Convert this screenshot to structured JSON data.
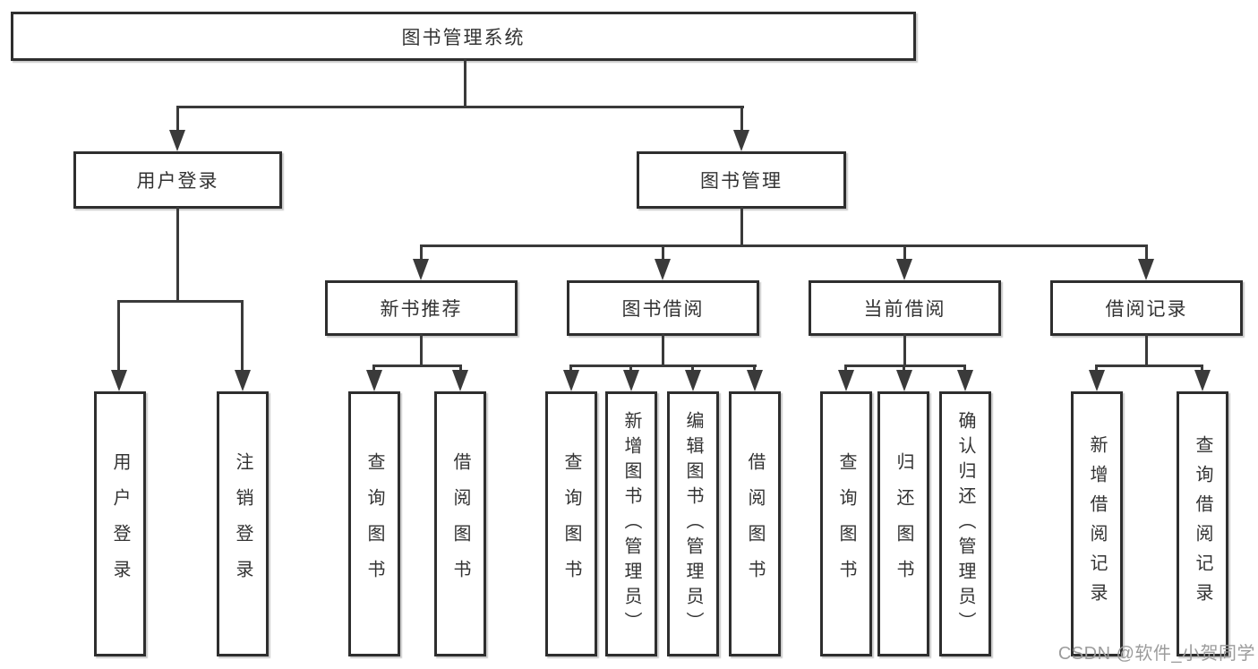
{
  "tree": {
    "label": "图书管理系统",
    "children": [
      {
        "label": "用户登录",
        "children": [
          {
            "label": "用户登录"
          },
          {
            "label": "注销登录"
          }
        ]
      },
      {
        "label": "图书管理",
        "children": [
          {
            "label": "新书推荐",
            "children": [
              {
                "label": "查询图书"
              },
              {
                "label": "借阅图书"
              }
            ]
          },
          {
            "label": "图书借阅",
            "children": [
              {
                "label": "查询图书"
              },
              {
                "label": "新增图书（管理员）"
              },
              {
                "label": "编辑图书（管理员）"
              },
              {
                "label": "借阅图书"
              }
            ]
          },
          {
            "label": "当前借阅",
            "children": [
              {
                "label": "查询图书"
              },
              {
                "label": "归还图书"
              },
              {
                "label": "确认归还（管理员）"
              }
            ]
          },
          {
            "label": "借阅记录",
            "children": [
              {
                "label": "新增借阅记录"
              },
              {
                "label": "查询借阅记录"
              }
            ]
          }
        ]
      }
    ]
  },
  "watermark": {
    "text": "CSDN @软件_小贺同学"
  },
  "colors": {
    "line": "#3a3a3a",
    "border": "#2e2e2e",
    "text": "#333333",
    "background": "#ffffff",
    "watermark": "#9c9c9c"
  }
}
